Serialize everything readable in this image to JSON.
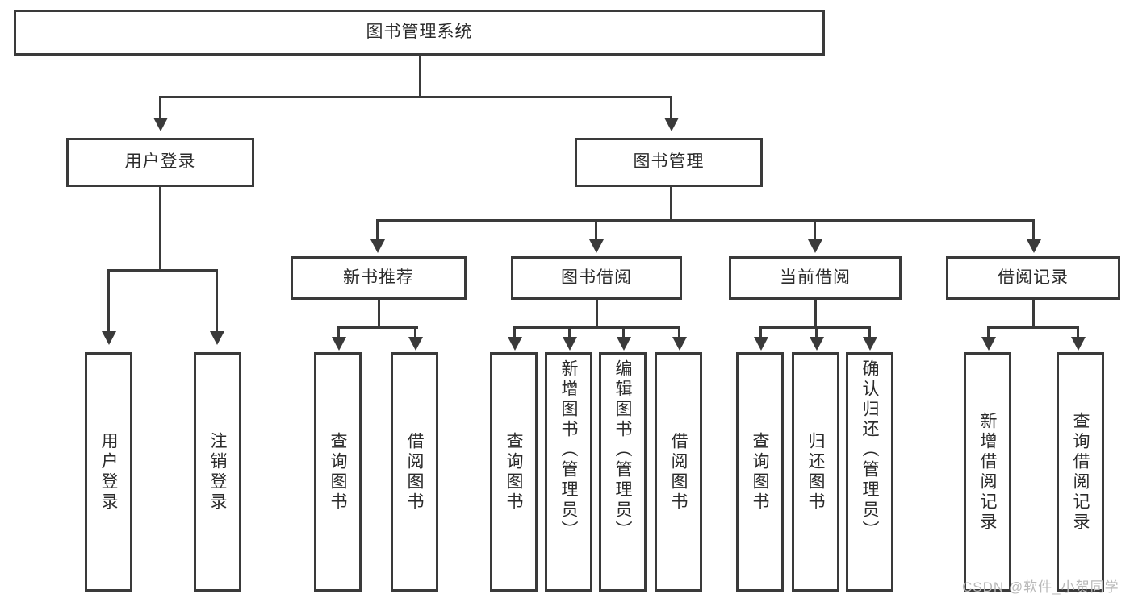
{
  "diagram": {
    "type": "tree",
    "title": "图书管理系统",
    "root": {
      "label": "图书管理系统"
    },
    "level1": [
      {
        "label": "用户登录"
      },
      {
        "label": "图书管理"
      }
    ],
    "level2": [
      {
        "label": "新书推荐"
      },
      {
        "label": "图书借阅"
      },
      {
        "label": "当前借阅"
      },
      {
        "label": "借阅记录"
      }
    ],
    "leaves": {
      "user_login": [
        {
          "label": "用户登录"
        },
        {
          "label": "注销登录"
        }
      ],
      "new_book_recommend": [
        {
          "label": "查询图书"
        },
        {
          "label": "借阅图书"
        }
      ],
      "book_borrow": [
        {
          "label": "查询图书"
        },
        {
          "label": "新增图书（管理员）"
        },
        {
          "label": "编辑图书（管理员）"
        },
        {
          "label": "借阅图书"
        }
      ],
      "current_borrow": [
        {
          "label": "查询图书"
        },
        {
          "label": "归还图书"
        },
        {
          "label": "确认归还（管理员）"
        }
      ],
      "borrow_records": [
        {
          "label": "新增借阅记录"
        },
        {
          "label": "查询借阅记录"
        }
      ]
    }
  },
  "watermark": {
    "text": "CSDN @软件_小贺同学"
  },
  "colors": {
    "stroke": "#3a3a3a",
    "text": "#2b2b2b",
    "background": "#ffffff",
    "watermark": "#b9b9b9"
  }
}
